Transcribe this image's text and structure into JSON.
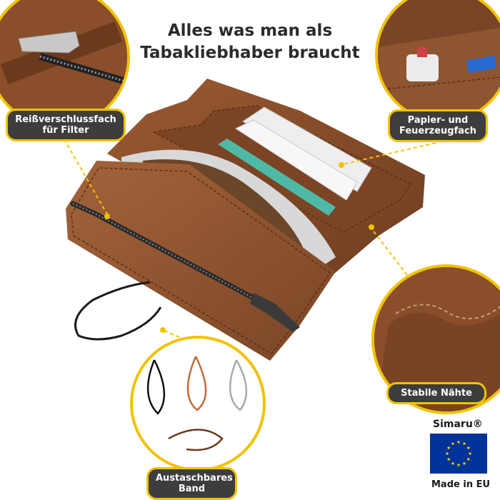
{
  "headline": {
    "line1": "Alles was man als",
    "line2": "Tabakliebhaber braucht"
  },
  "callouts": {
    "zipper": {
      "line1": "Reißverschlussfach",
      "line2": "für Filter"
    },
    "paper": {
      "line1": "Papier- und",
      "line2": "Feuerzeugfach"
    },
    "stitch": {
      "line1": "Stabile Nähte"
    },
    "band": {
      "line1": "Austaschbares",
      "line2": "Band"
    }
  },
  "brand": {
    "name": "Simaru®",
    "origin": "Made in EU"
  },
  "colors": {
    "accent": "#f2c200",
    "label_bg": "#3d3d3d",
    "leather": "#8a4f2a",
    "eu_blue": "#003399",
    "eu_star": "#ffcc00"
  },
  "icons": {
    "eu_flag": "eu-flag-icon"
  }
}
